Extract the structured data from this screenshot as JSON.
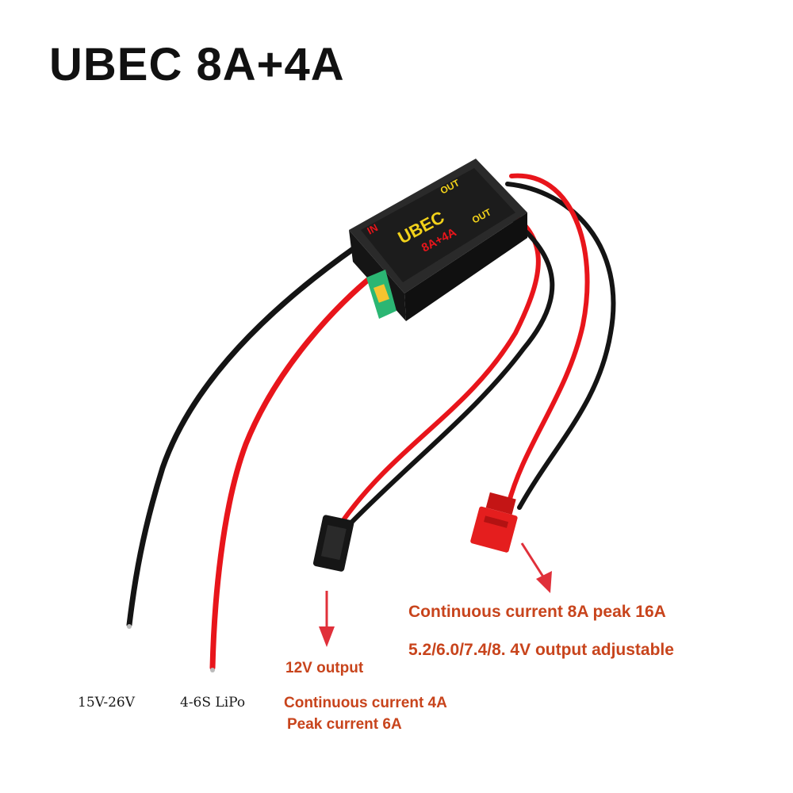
{
  "title": "UBEC 8A+4A",
  "module": {
    "logo": "UBEC",
    "rating": "8A+4A",
    "in_label": "IN",
    "in_spec": "15~26V 4~6S LiPo",
    "out_top_label": "OUT",
    "out_top_spec": "12V 4A",
    "out_bottom_label": "OUT",
    "out_bottom_spec": "5.2~8.4V 8A",
    "switch_options": [
      "8.4V",
      "7.4V",
      "6.0V",
      "5.2V"
    ]
  },
  "colors": {
    "wire_red": "#e8151b",
    "wire_black": "#141414",
    "case": "#1c1c1c",
    "logo_yellow": "#f2d21a",
    "annotation_red": "#c8441c",
    "arrow": "#e0303a",
    "jst_red": "#e51e1e",
    "pcb_green": "#2bb673"
  },
  "captions": {
    "input_voltage": "15V-26V",
    "input_battery": "4-6S LiPo",
    "out12_title": "12V output",
    "out12_continuous": "Continuous current 4A",
    "out12_peak": "Peak current 6A",
    "out8_continuous": "Continuous current 8A peak 16A",
    "out8_adjust": "5.2/6.0/7.4/8. 4V output adjustable"
  },
  "icons": {
    "left_arrow": "arrow-down-icon",
    "right_arrow": "arrow-diagonal-icon"
  }
}
